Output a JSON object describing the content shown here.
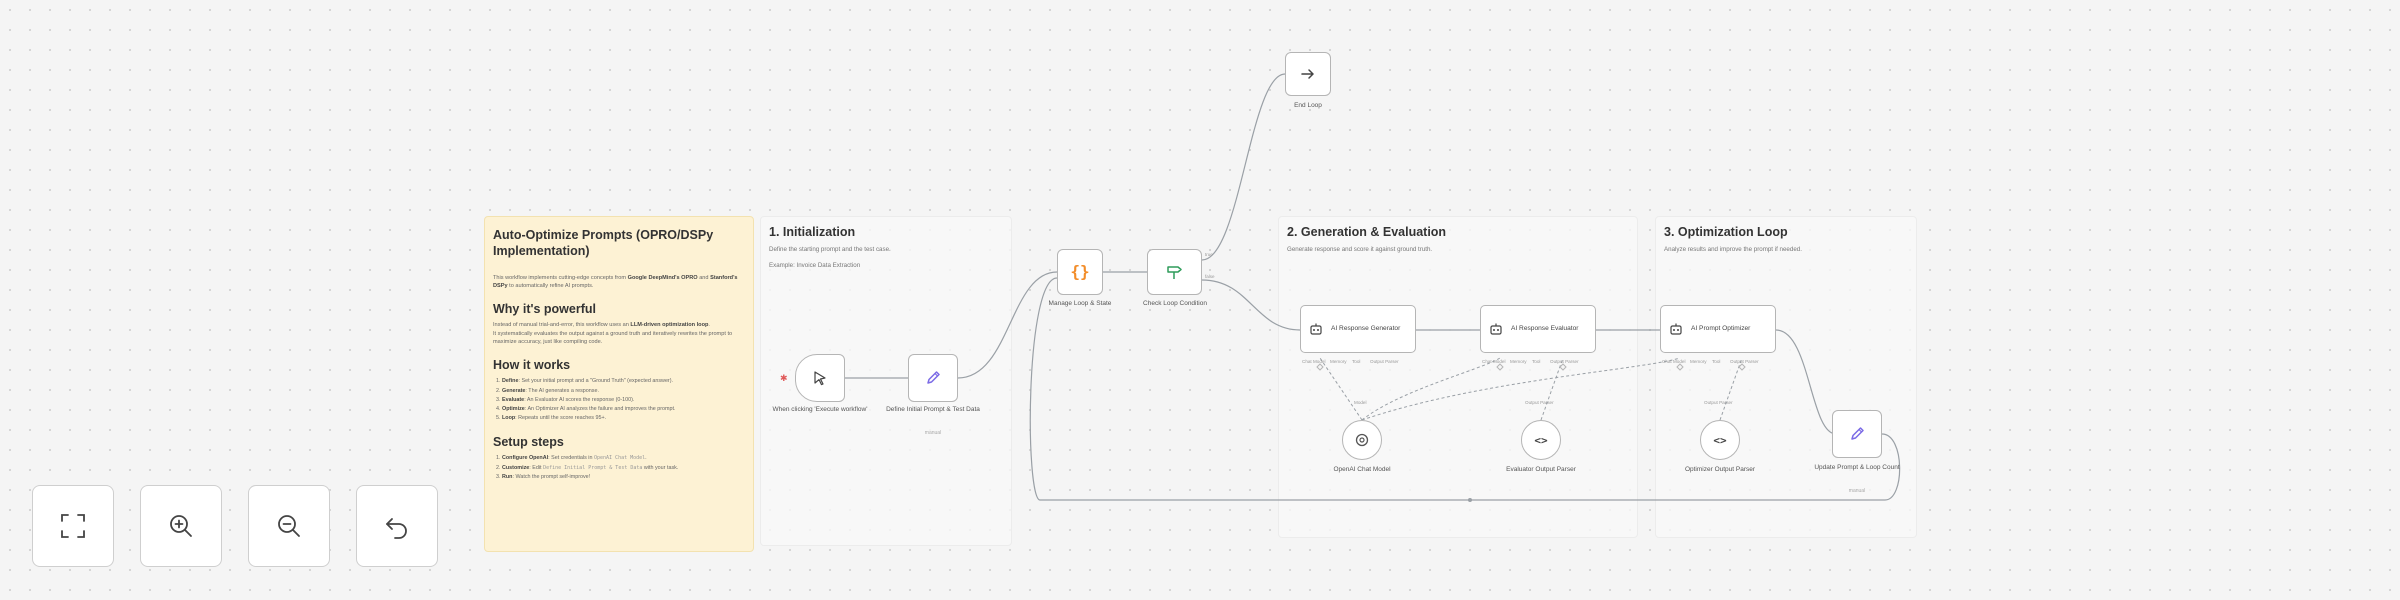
{
  "notes": {
    "main": {
      "title": "Auto-Optimize Prompts (OPRO/DSPy Implementation)",
      "intro_pre": "This workflow implements cutting-edge concepts from ",
      "intro_b1": "Google DeepMind's OPRO",
      "intro_mid": " and ",
      "intro_b2": "Stanford's DSPy",
      "intro_post": " to automatically refine AI prompts.",
      "why_title": "Why it's powerful",
      "why_p1_pre": "Instead of manual trial-and-error, this workflow uses an ",
      "why_p1_b": "LLM-driven optimization loop",
      "why_p1_post": ".",
      "why_p2": "It systematically evaluates the output against a ground truth and iteratively rewrites the prompt to maximize accuracy, just like compiling code.",
      "how_title": "How it works",
      "how_steps": [
        {
          "b": "Define",
          "t": ": Set your initial prompt and a \"Ground Truth\" (expected answer)."
        },
        {
          "b": "Generate",
          "t": ": The AI generates a response."
        },
        {
          "b": "Evaluate",
          "t": ": An Evaluator AI scores the response (0-100)."
        },
        {
          "b": "Optimize",
          "t": ": An Optimizer AI analyzes the failure and improves the prompt."
        },
        {
          "b": "Loop",
          "t": ": Repeats until the score reaches 95+."
        }
      ],
      "setup_title": "Setup steps",
      "setup_1_b": "Configure OpenAI",
      "setup_1_t": ": Set credentials in ",
      "setup_1_code": "OpenAI Chat Model",
      "setup_1_end": ".",
      "setup_2_b": "Customize",
      "setup_2_t": ": Edit ",
      "setup_2_code": "Define Initial Prompt & Test Data",
      "setup_2_end": " with your task.",
      "setup_3_b": "Run",
      "setup_3_t": ": Watch the prompt self-improve!"
    },
    "init": {
      "title": "1. Initialization",
      "desc": "Define the starting prompt and the test case.",
      "example": "Example: Invoice Data Extraction"
    },
    "gen": {
      "title": "2. Generation & Evaluation",
      "desc": "Generate response and score it against ground truth."
    },
    "opt": {
      "title": "3. Optimization Loop",
      "desc": "Analyze results and improve the prompt if needed."
    }
  },
  "nodes": {
    "trigger": {
      "label": "When clicking 'Execute workflow'",
      "icon": "cursor-icon"
    },
    "define": {
      "label": "Define Initial Prompt & Test Data",
      "sub": "manual",
      "icon": "pencil-icon"
    },
    "manage": {
      "label": "Manage Loop & State",
      "icon": "braces-icon"
    },
    "check": {
      "label": "Check Loop Condition",
      "icon": "signpost-icon",
      "out_true": "true",
      "out_false": "false"
    },
    "end": {
      "label": "End Loop",
      "icon": "arrow-right-icon"
    },
    "gen": {
      "title": "AI Response Generator",
      "icon": "robot-icon",
      "ports": [
        "Chat Model",
        "Memory",
        "Tool",
        "Output Parser"
      ]
    },
    "eval": {
      "title": "AI Response Evaluator",
      "icon": "robot-icon",
      "ports": [
        "Chat Model",
        "Memory",
        "Tool",
        "Output Parser"
      ]
    },
    "optim": {
      "title": "AI Prompt Optimizer",
      "icon": "robot-icon",
      "ports": [
        "Chat Model",
        "Memory",
        "Tool",
        "Output Parser"
      ]
    },
    "openai": {
      "label": "OpenAI Chat Model",
      "top": "Model",
      "icon": "openai-icon"
    },
    "evalParser": {
      "label": "Evaluator Output Parser",
      "top": "Output Parser",
      "icon": "code-icon"
    },
    "optParser": {
      "label": "Optimizer Output Parser",
      "top": "Output Parser",
      "icon": "code-icon"
    },
    "update": {
      "label": "Update Prompt & Loop Count",
      "sub": "manual",
      "icon": "pencil-icon"
    }
  },
  "controls": [
    {
      "name": "fit-view-button",
      "icon": "fit-view-icon"
    },
    {
      "name": "zoom-in-button",
      "icon": "zoom-in-icon"
    },
    {
      "name": "zoom-out-button",
      "icon": "zoom-out-icon"
    },
    {
      "name": "undo-button",
      "icon": "undo-icon"
    }
  ],
  "colors": {
    "sticky_yellow": "#fdf2d4",
    "wire": "#9aa0a6",
    "braces_orange": "#f28c28",
    "signpost_green": "#2e9c5a",
    "pencil_purple": "#7b6be6",
    "trigger_red": "#e05a5a"
  }
}
